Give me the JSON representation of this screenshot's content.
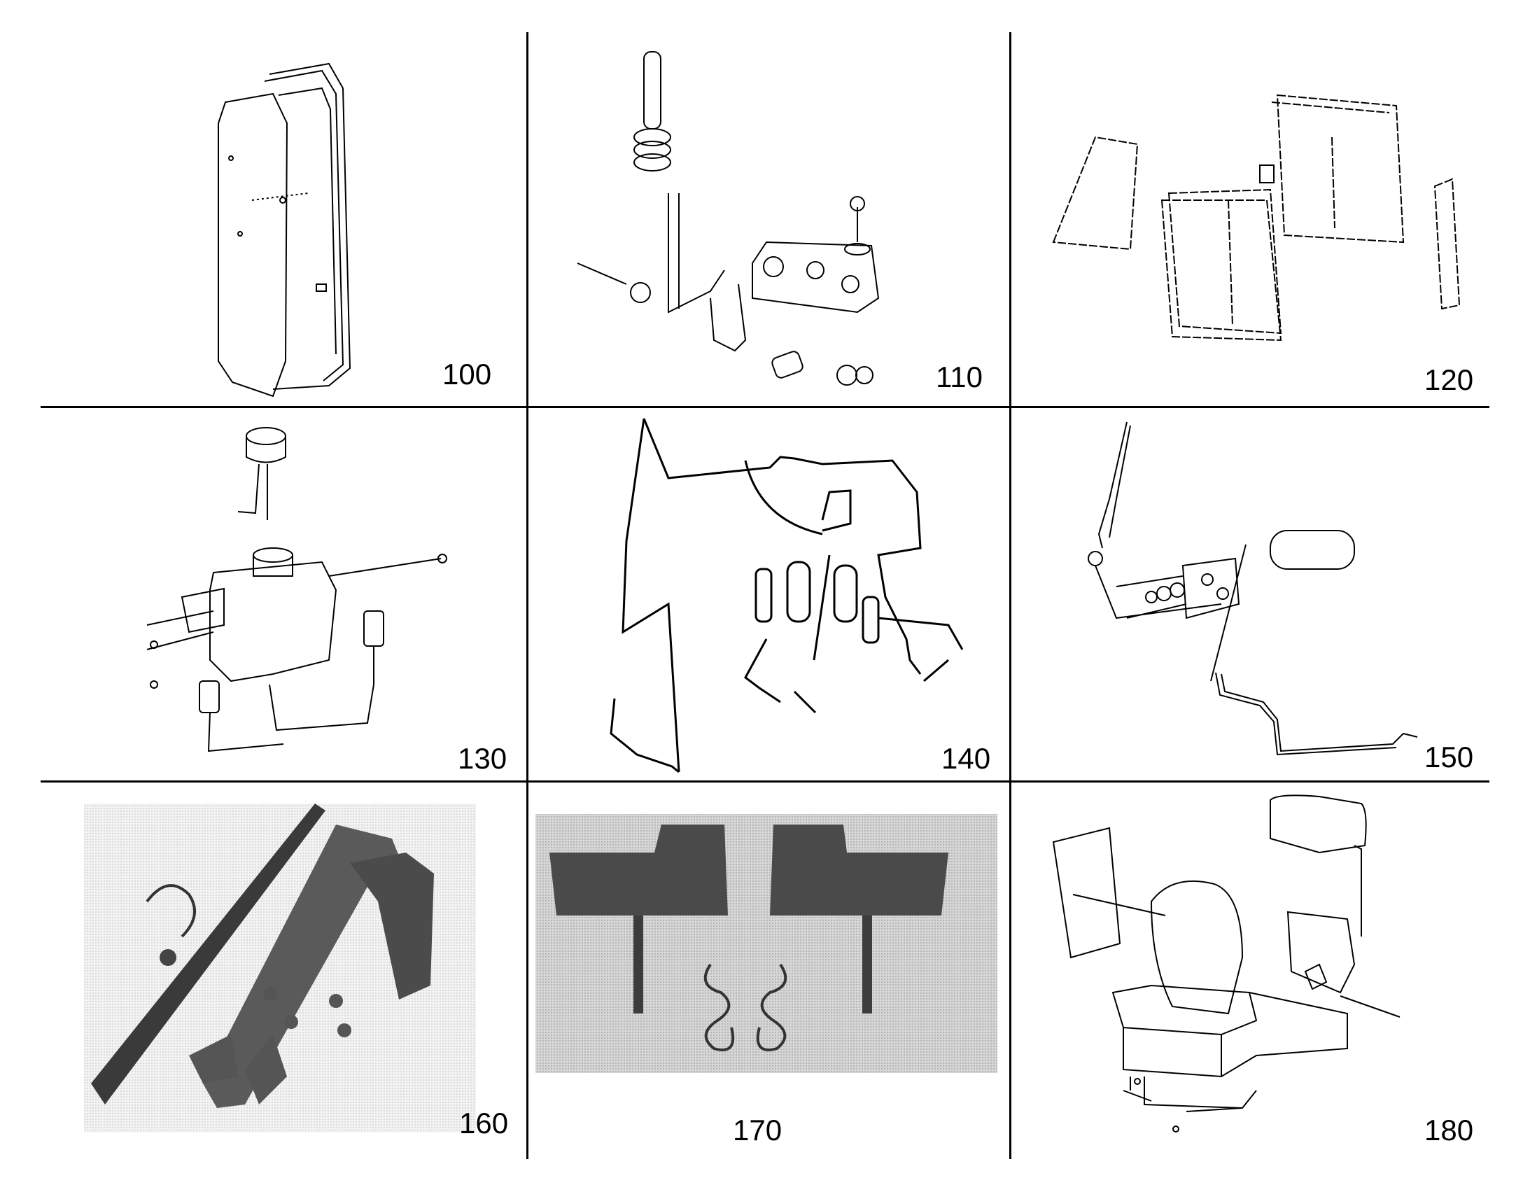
{
  "panels": [
    {
      "number": "100",
      "icon": "door-panel-icon"
    },
    {
      "number": "110",
      "icon": "door-latch-mechanism-icon"
    },
    {
      "number": "120",
      "icon": "cab-windows-icon"
    },
    {
      "number": "130",
      "icon": "washer-reservoir-icon"
    },
    {
      "number": "140",
      "icon": "wiring-harness-icon"
    },
    {
      "number": "150",
      "icon": "wiper-assembly-icon"
    },
    {
      "number": "160",
      "icon": "pedal-kit-photo-icon"
    },
    {
      "number": "170",
      "icon": "bracket-spring-photo-icon"
    },
    {
      "number": "180",
      "icon": "operator-seat-icon"
    }
  ]
}
